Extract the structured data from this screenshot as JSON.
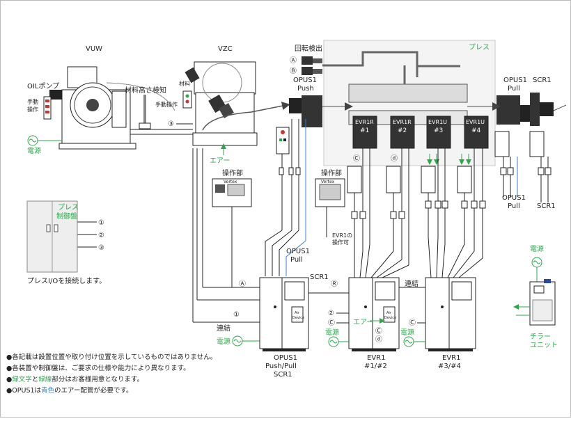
{
  "machines": {
    "vuw": "VUW",
    "vzc": "VZC",
    "oil_pump": "OILポンプ",
    "manual_op_left": [
      "手動",
      "操作"
    ],
    "material_height_detect": "材料高さ検知",
    "material": "材料",
    "manual_op": "手動操作",
    "rotation_detect": "回転検出",
    "press": "プレス",
    "opus_push": [
      "OPUS1",
      "Push"
    ],
    "opus_pull": [
      "OPUS1",
      "Pull"
    ],
    "scr1": "SCR1",
    "evr": [
      {
        "name": "EVR1R",
        "num": "#1"
      },
      {
        "name": "EVR1R",
        "num": "#2"
      },
      {
        "name": "EVR1U",
        "num": "#3"
      },
      {
        "name": "EVR1U",
        "num": "#4"
      }
    ],
    "air": "エアー",
    "power": "電源",
    "control_unit": "操作部",
    "evr_operable": [
      "EVR1の",
      "操作可"
    ],
    "opus_pull_mid": [
      "OPUS1",
      "Pull"
    ],
    "link": "連結",
    "opus_pull_right": [
      "OPUS1",
      "Pull"
    ],
    "scr1_right": "SCR1",
    "chiller": [
      "チラー",
      "ユニット"
    ],
    "press_panel": [
      "プレス",
      "制御盤"
    ],
    "press_io_note": "プレスI/Oを接続します。",
    "cabinet1": [
      "OPUS1",
      "Push/Pull",
      "SCR1"
    ],
    "cabinet2": [
      "EVR1",
      "#1/#2"
    ],
    "cabinet3": [
      "EVR1",
      "#3/#4"
    ],
    "air_device": [
      "Air",
      "Device"
    ],
    "panel_brand": "Vertex"
  },
  "markers": {
    "a": "Ⓐ",
    "b": "Ⓑ",
    "c": "Ⓒ",
    "d": "ⓓ",
    "r": "Ⓡ",
    "one": "①",
    "two": "②",
    "three": "③"
  },
  "notes": {
    "n1": "●各記載は設置位置や取り付け位置を示しているものではありません。",
    "n2": "●各装置や制御盤は、ご要求の仕様や能力により異なります。",
    "n3_green_text": "緑文字",
    "n3_and": "と",
    "n3_green_line": "緑線",
    "n3_rest": "部分はお客様用意となります。",
    "n4_pre": "●OPUS1は",
    "n4_blue": "青色",
    "n4_rest": "のエアー配管が必要です。"
  },
  "colors": {
    "green": "#2aa84a",
    "blue": "#3b82c4",
    "line": "#222222",
    "press_frame": "#c8c8c8"
  }
}
